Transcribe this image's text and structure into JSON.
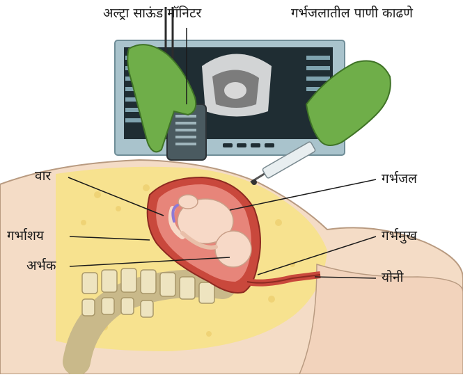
{
  "labels": {
    "ultrasound_monitor": "अल्ट्रा साऊंड मॉनिटर",
    "amniotic_fluid_extraction": "गर्भजलातील पाणी काढणे",
    "placenta": "वार",
    "amniotic_fluid": "गर्भजल",
    "uterus": "गर्भाशय",
    "cervix": "गर्भमुख",
    "fetus": "अर्भक",
    "vagina": "योनी"
  },
  "colors": {
    "skin": "#f4dcc6",
    "fat_layer": "#f7e18c",
    "uterus_wall": "#c9483c",
    "amniotic_sac": "#e7857a",
    "fetus": "#f7d9c7",
    "glove": "#6fae49",
    "monitor_body": "#a9c3cc",
    "monitor_screen": "#1f2d33",
    "vertebra": "#eee4c0"
  },
  "icons": {
    "probe": "ultrasound-probe-icon",
    "syringe": "syringe-icon",
    "monitor": "monitor-icon"
  }
}
